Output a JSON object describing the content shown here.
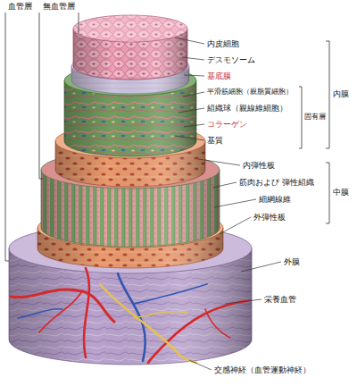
{
  "diagram": {
    "labels": [
      "血管層",
      "無血管層",
      "内皮細胞",
      "デスモソーム",
      "基底膜",
      "平滑筋細胞（親脂質細胞）",
      "組織球（親線維細胞）",
      "コラーゲン",
      "基質",
      "内膜",
      "固有層",
      "内弾性板",
      "筋肉および 弾性組織",
      "細網線維",
      "外弾性板",
      "中膜",
      "外膜",
      "栄養血管",
      "交感神経（血管運動神経）"
    ]
  }
}
